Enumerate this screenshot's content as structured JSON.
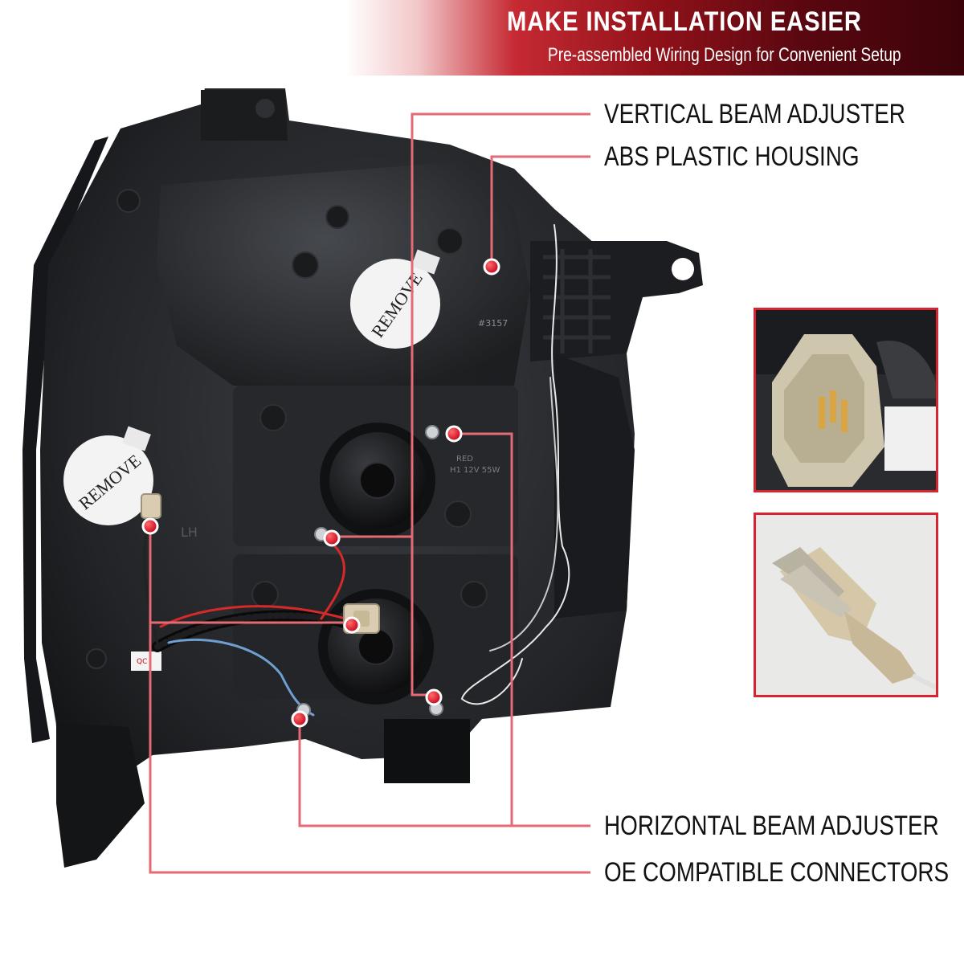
{
  "banner": {
    "title": "MAKE INSTALLATION EASIER",
    "subtitle": "Pre-assembled Wiring Design for Convenient Setup"
  },
  "callouts": {
    "vertical": "VERTICAL BEAM ADJUSTER",
    "housing": "ABS PLASTIC HOUSING",
    "horizontal": "HORIZONTAL BEAM ADJUSTER",
    "connectors": "OE COMPATIBLE CONNECTORS"
  },
  "stickers": {
    "remove": "REMOVE",
    "bulb_code": "#3157",
    "side_mark": "LH",
    "bulb_spec_1": "RED",
    "bulb_spec_2": "H1 12V 55W",
    "qc": "QC"
  },
  "colors": {
    "accent_red": "#d62430",
    "leader_line": "#e46a74",
    "housing": "#202225"
  }
}
